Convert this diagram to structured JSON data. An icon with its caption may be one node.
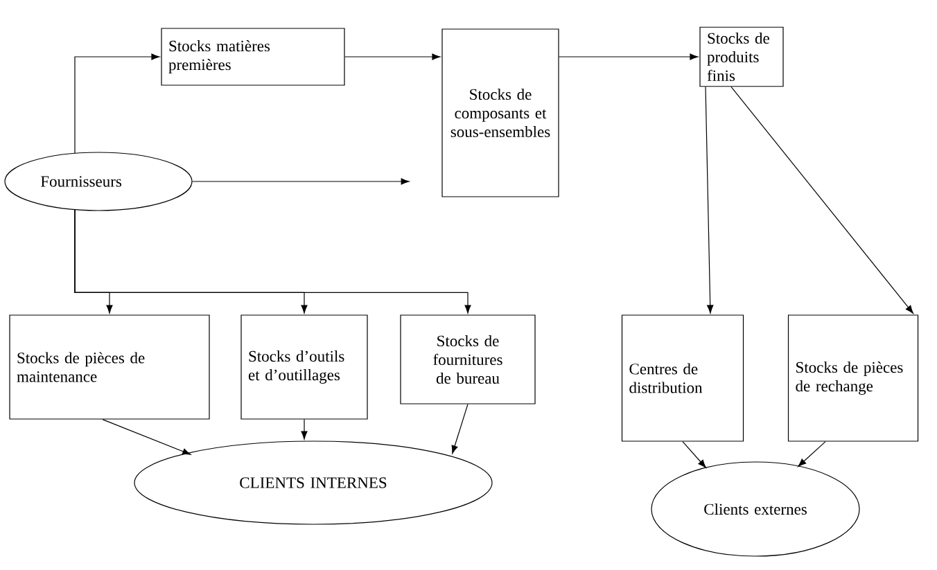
{
  "diagram": {
    "nodes": [
      {
        "text": [
          "Stocks matières premières"
        ]
      },
      {
        "text": [
          "Stocks de composants et sous-ensembles"
        ]
      },
      {
        "text": [
          "Stocks de produits finis"
        ]
      },
      {
        "text": [
          "Fournisseurs"
        ]
      },
      {
        "text": [
          "Stocks de pièces de maintenance"
        ]
      },
      {
        "text": [
          "Stocks d’outils et d’outillages"
        ]
      },
      {
        "text": [
          "Stocks de fournitures de bureau"
        ]
      },
      {
        "text": [
          "Centres de distribution"
        ]
      },
      {
        "text": [
          "Stocks de pièces de rechange"
        ]
      },
      {
        "text": [
          "CLIENTS INTERNES"
        ]
      },
      {
        "text": [
          "Clients externes"
        ]
      }
    ],
    "edges": [
      {
        "from": 3,
        "to": 0,
        "arrow": "to"
      },
      {
        "from": 0,
        "to": 1,
        "arrow": "to"
      },
      {
        "from": 3,
        "to": null,
        "arrow": "to"
      },
      {
        "from": 1,
        "to": 2,
        "arrow": "to"
      },
      {
        "from": 3,
        "to": 4,
        "arrow": "to"
      },
      {
        "from": 3,
        "to": 5,
        "arrow": "to"
      },
      {
        "from": 3,
        "to": 6,
        "arrow": "to"
      },
      {
        "from": 2,
        "to": 7,
        "arrow": "to"
      },
      {
        "from": 2,
        "to": 8,
        "arrow": "to"
      },
      {
        "from": 4,
        "to": 9,
        "arrow": "to"
      },
      {
        "from": 5,
        "to": 9,
        "arrow": "to"
      },
      {
        "from": 6,
        "to": 9,
        "arrow": "to"
      },
      {
        "from": 7,
        "to": 10,
        "arrow": "to"
      },
      {
        "from": 8,
        "to": 10,
        "arrow": "to"
      }
    ]
  }
}
